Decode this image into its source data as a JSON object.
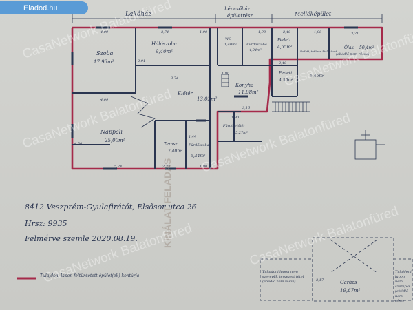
{
  "brand": {
    "name": "Eladod",
    "tld": ".hu",
    "accent": "#5a9bd6"
  },
  "watermark": {
    "text": "CasaNetwork Balatonfüred"
  },
  "top_labels": {
    "left": "Lakóház",
    "middle_line1": "Lépcsőház",
    "middle_line2": "épületrész",
    "right": "Melléképület"
  },
  "rooms": {
    "szoba": {
      "name": "Szoba",
      "area": "17,93m²"
    },
    "halo": {
      "name": "Hálószoba",
      "area": "9,40m²"
    },
    "eloter": {
      "name": "Előtér",
      "area": "13,03m²"
    },
    "nappali": {
      "name": "Nappali",
      "area": "25,00m²"
    },
    "konyha": {
      "name": "Konyha",
      "area": "11,08m²"
    },
    "furdo_small": {
      "name": "Fürdőszoba",
      "area": "4,04m²"
    },
    "furdo_eloter": {
      "name": "Fürdő előtér",
      "area": "5,27m²"
    },
    "furdo": {
      "name": "Fürdőszoba",
      "area": "6,24m²"
    },
    "terasz": {
      "name": "Terasz",
      "area": "7,40m²"
    },
    "wc": {
      "name": "WC",
      "area": "1,40m²"
    },
    "fedett_1": {
      "name": "Fedett",
      "area": "4,55m²"
    },
    "fedett_2": {
      "name": "Fedett",
      "area": "4,50m²"
    },
    "fedett_3": {
      "name": "Fedett, tetőben kialakított",
      "area": "6,46m²"
    },
    "ols": {
      "name": "Ólak",
      "area": "50,4m²",
      "note": "(ebédlő nem része)"
    },
    "garazs": {
      "name": "Garázs",
      "area": "19,67m²"
    }
  },
  "dims": [
    "4,09",
    "3,74",
    "1,90",
    "1,90",
    "2,40",
    "1,98",
    "3,21",
    "2,91",
    "3,74",
    "4,09",
    "1,90",
    "2,40",
    "1,90",
    "3,16",
    "5,24",
    "2,23",
    "1,90",
    "4,50",
    "1,44",
    "3,17"
  ],
  "notes": {
    "address": "8412 Veszprém-Gyulafirátót, Elsősor utca 26",
    "hrsz": "Hrsz: 9935",
    "survey": "Felmérve szemle    2020.08.19.",
    "legend": "Tulajdoni lapon feltüntetett épület(ek) kontúrja",
    "side_left": "Tulajdoni lapon nem szereplő, tervezett tétel (ebédlő nem része)",
    "side_right": "Tulajdoni lapon nem szereplő (ebédlő nem része)"
  },
  "stamp": "KINÁLAT FELADÁS",
  "colors": {
    "wall": "#a52a4a",
    "ink": "#2a3550",
    "paper": "#cfd0cc"
  }
}
